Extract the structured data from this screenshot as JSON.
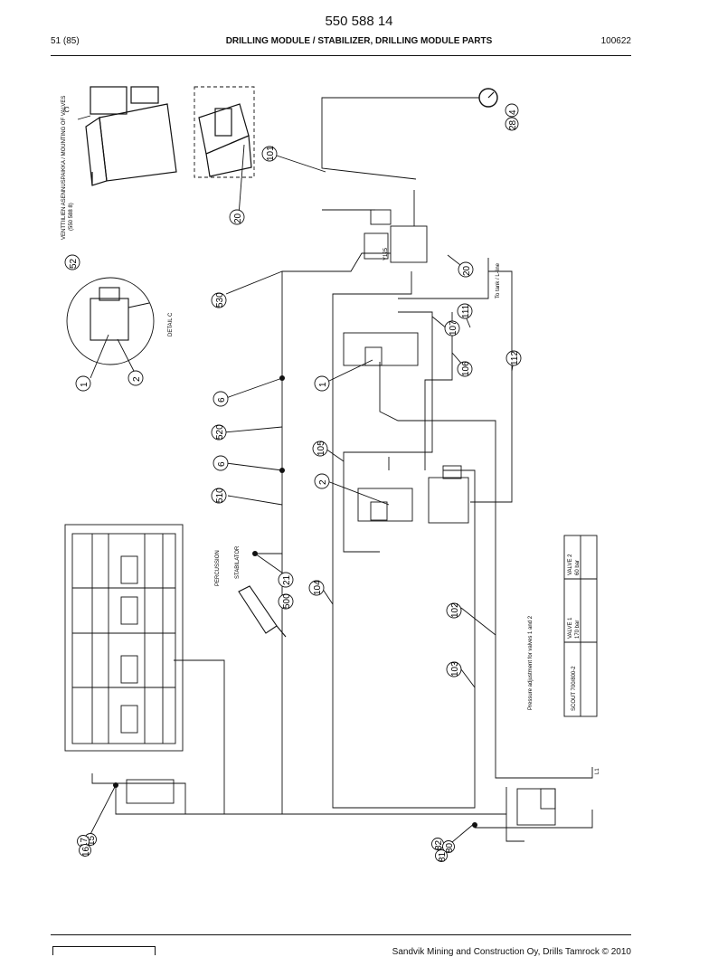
{
  "header": {
    "document_number": "550 588 14",
    "page": "51 (85)",
    "title": "DRILLING MODULE / STABILIZER, DRILLING MODULE PARTS",
    "date": "100622"
  },
  "footer": {
    "copyright": "Sandvik Mining and Construction Oy, Drills Tamrock © 2010"
  },
  "drawing": {
    "detail_label": "DETAIL C",
    "detail_letter": "C",
    "callouts": {
      "c101": "101",
      "c4": "4",
      "c28": "28",
      "c20a": "20",
      "c20b": "20",
      "c111": "111",
      "c107": "107",
      "c106": "106",
      "c112": "112",
      "c530": "530",
      "c52": "52",
      "c1a": "1",
      "c1b": "1",
      "c2a": "2",
      "c2b": "2",
      "c6a": "6",
      "c6b": "6",
      "c520": "520",
      "c510": "510",
      "c105": "105",
      "c21": "21",
      "c500": "500",
      "c104": "104",
      "c102": "102",
      "c103": "103",
      "c15": "15",
      "c16": "16",
      "c17": "17",
      "c80": "80",
      "c81": "81",
      "c82": "82"
    },
    "notes": {
      "valves_note": "VENTTIILIEN ASENNUSPAIKKA / MOUNTING OF VALVES",
      "valves_part": "(550 588 8)",
      "percussion": "PERCUSSION",
      "stabilator": "STABILATOR",
      "valve_y125": "Y125",
      "to_line": "To tank / L-line",
      "pressure_note": "Pressure adjustment for valves 1 and 2",
      "l1": "L1"
    },
    "table": {
      "model": "SCOUT 700/800-2",
      "valve1_label": "VALVE 1",
      "valve1_value": "170 bar",
      "valve2_label": "VALVE 2",
      "valve2_value": "60 bar"
    }
  }
}
